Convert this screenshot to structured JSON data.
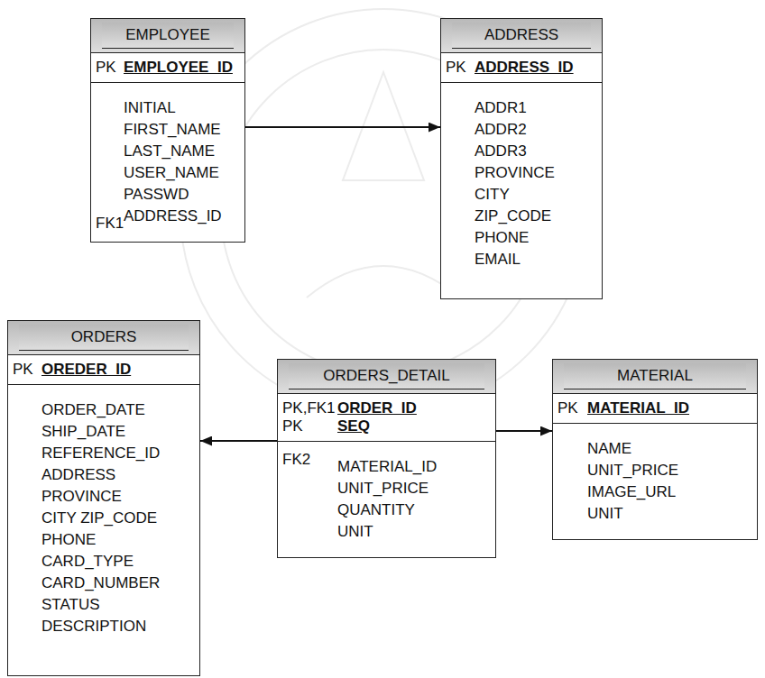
{
  "diagram": {
    "nodes": [
      {
        "text": [
          "EMPLOYEE",
          "PK",
          "EMPLOYEE_ID",
          "INITIAL FIRST_NAME LAST_NAME USER_NAME PASSWD ADDRESS_ID",
          "FK1"
        ]
      },
      {
        "text": [
          "ADDRESS",
          "PK",
          "ADDRESS_ID",
          "ADDR1 ADDR2 ADDR3 PROVINCE CITY ZIP_CODE PHONE EMAIL"
        ]
      },
      {
        "text": [
          "ORDERS",
          "PK",
          "OREDER_ID",
          "ORDER_DATE SHIP_DATE REFERENCE_ID ADDRESS PROVINCE CITY ZIP_CODE PHONE CARD_TYPE CARD_NUMBER STATUS DESCRIPTION"
        ]
      },
      {
        "text": [
          "ORDERS_DETAIL",
          "PK,FK1 PK",
          "ORDER_ID SEQ",
          "FK2",
          "MATERIAL_ID UNIT_PRICE QUANTITY UNIT"
        ]
      },
      {
        "text": [
          "MATERIAL",
          "PK",
          "MATERIAL_ID",
          "NAME UNIT_PRICE IMAGE_URL UNIT"
        ]
      }
    ],
    "edges": [
      {
        "from": 0,
        "to": 1,
        "arrow": "to"
      },
      {
        "from": 3,
        "to": 2,
        "arrow": "to"
      },
      {
        "from": 3,
        "to": 4,
        "arrow": "to"
      }
    ]
  }
}
